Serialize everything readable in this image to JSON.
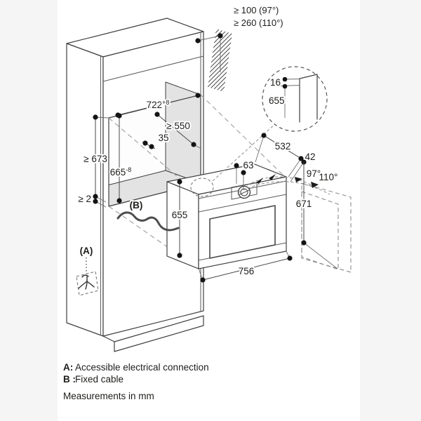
{
  "page": {
    "background": "#f5f5f5",
    "canvas": "#ffffff"
  },
  "wall_clearance": {
    "line1": "≥ 100 (97°)",
    "line2": "≥ 260 (110°)"
  },
  "detail_view": {
    "trim_gap": "16",
    "panel_height": "655"
  },
  "niche": {
    "width": "722",
    "width_tol": "+8",
    "depth": "≥ 550",
    "front_offset": "35",
    "height": "665",
    "height_tol": "-8",
    "min_height": "≥ 673",
    "bottom_gap": "≥ 2"
  },
  "oven": {
    "depth": "532",
    "door_thickness": "42",
    "knob_offset": "63",
    "front_height": "655",
    "door_height": "671",
    "width": "756"
  },
  "door_swing": {
    "angle_small": "97°",
    "angle_large": "110°"
  },
  "callouts": {
    "a": "(A)",
    "b": "(B)"
  },
  "legend": {
    "a_key": "A:",
    "a_text": "Accessible electrical connection",
    "b_key": "B :",
    "b_text": "Fixed cable",
    "note": "Measurements in mm"
  }
}
